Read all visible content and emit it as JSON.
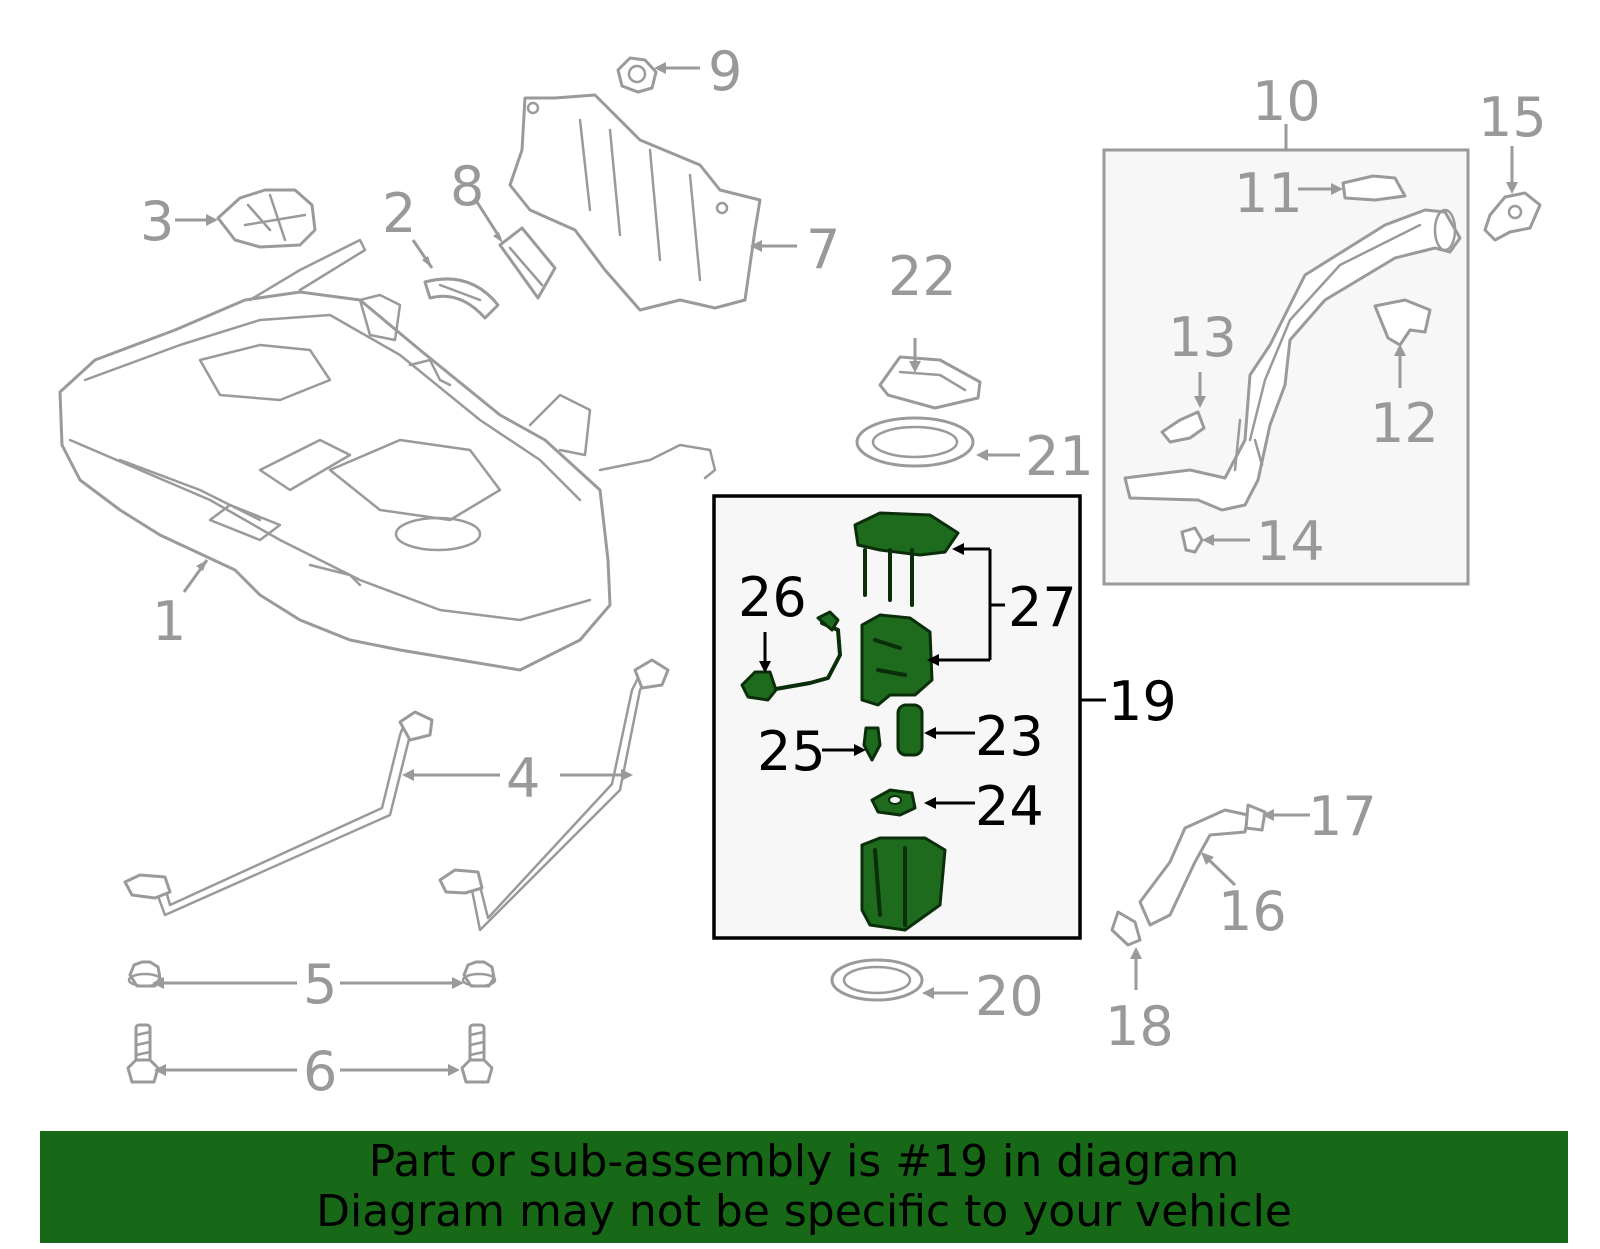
{
  "callouts": [
    "1",
    "2",
    "3",
    "4",
    "5",
    "6",
    "7",
    "8",
    "9",
    "10",
    "11",
    "12",
    "13",
    "14",
    "15",
    "16",
    "17",
    "18",
    "19",
    "20",
    "21",
    "22",
    "23",
    "24",
    "25",
    "26",
    "27"
  ],
  "colors": {
    "highlight_fill": "#1e6b1e",
    "part_outline": "#9a9a9a",
    "banner": "#176817",
    "highlight_box": "#000000"
  },
  "banner": {
    "line1": "Part or sub-assembly is #19 in diagram",
    "line2": "Diagram may not be specific to your vehicle"
  }
}
